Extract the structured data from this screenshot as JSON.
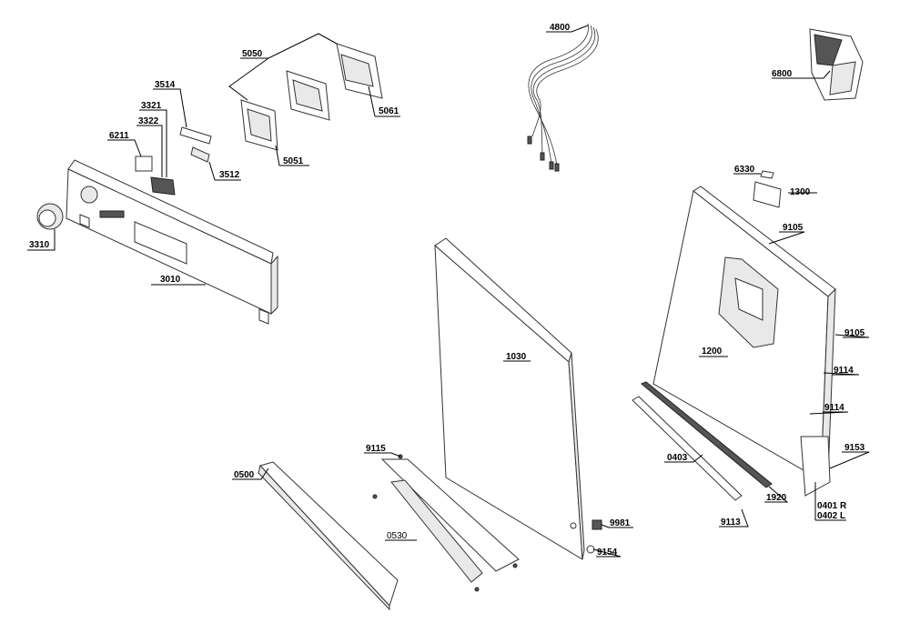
{
  "parts": [
    {
      "id": "p4800",
      "label": "4800"
    },
    {
      "id": "p5050",
      "label": "5050"
    },
    {
      "id": "p5061",
      "label": "5061"
    },
    {
      "id": "p5051",
      "label": "5051"
    },
    {
      "id": "p6800",
      "label": "6800"
    },
    {
      "id": "p3514",
      "label": "3514"
    },
    {
      "id": "p3321",
      "label": "3321"
    },
    {
      "id": "p3322",
      "label": "3322"
    },
    {
      "id": "p6211",
      "label": "6211"
    },
    {
      "id": "p3512",
      "label": "3512"
    },
    {
      "id": "p3310",
      "label": "3310"
    },
    {
      "id": "p3010",
      "label": "3010"
    },
    {
      "id": "p6330",
      "label": "6330"
    },
    {
      "id": "p1300",
      "label": "1300"
    },
    {
      "id": "p9105a",
      "label": "9105"
    },
    {
      "id": "p9105b",
      "label": "9105"
    },
    {
      "id": "p1200",
      "label": "1200"
    },
    {
      "id": "p1030",
      "label": "1030"
    },
    {
      "id": "p9114a",
      "label": "9114"
    },
    {
      "id": "p9114b",
      "label": "9114"
    },
    {
      "id": "p9153",
      "label": "9153"
    },
    {
      "id": "p0403",
      "label": "0403"
    },
    {
      "id": "p1920",
      "label": "1920"
    },
    {
      "id": "p0401",
      "label": "0401 R"
    },
    {
      "id": "p0402",
      "label": "0402 L"
    },
    {
      "id": "p9113",
      "label": "9113"
    },
    {
      "id": "p9115",
      "label": "9115"
    },
    {
      "id": "p0500",
      "label": "0500"
    },
    {
      "id": "p0530",
      "label": "0530"
    },
    {
      "id": "p9981",
      "label": "9981"
    },
    {
      "id": "p9154",
      "label": "9154"
    }
  ]
}
